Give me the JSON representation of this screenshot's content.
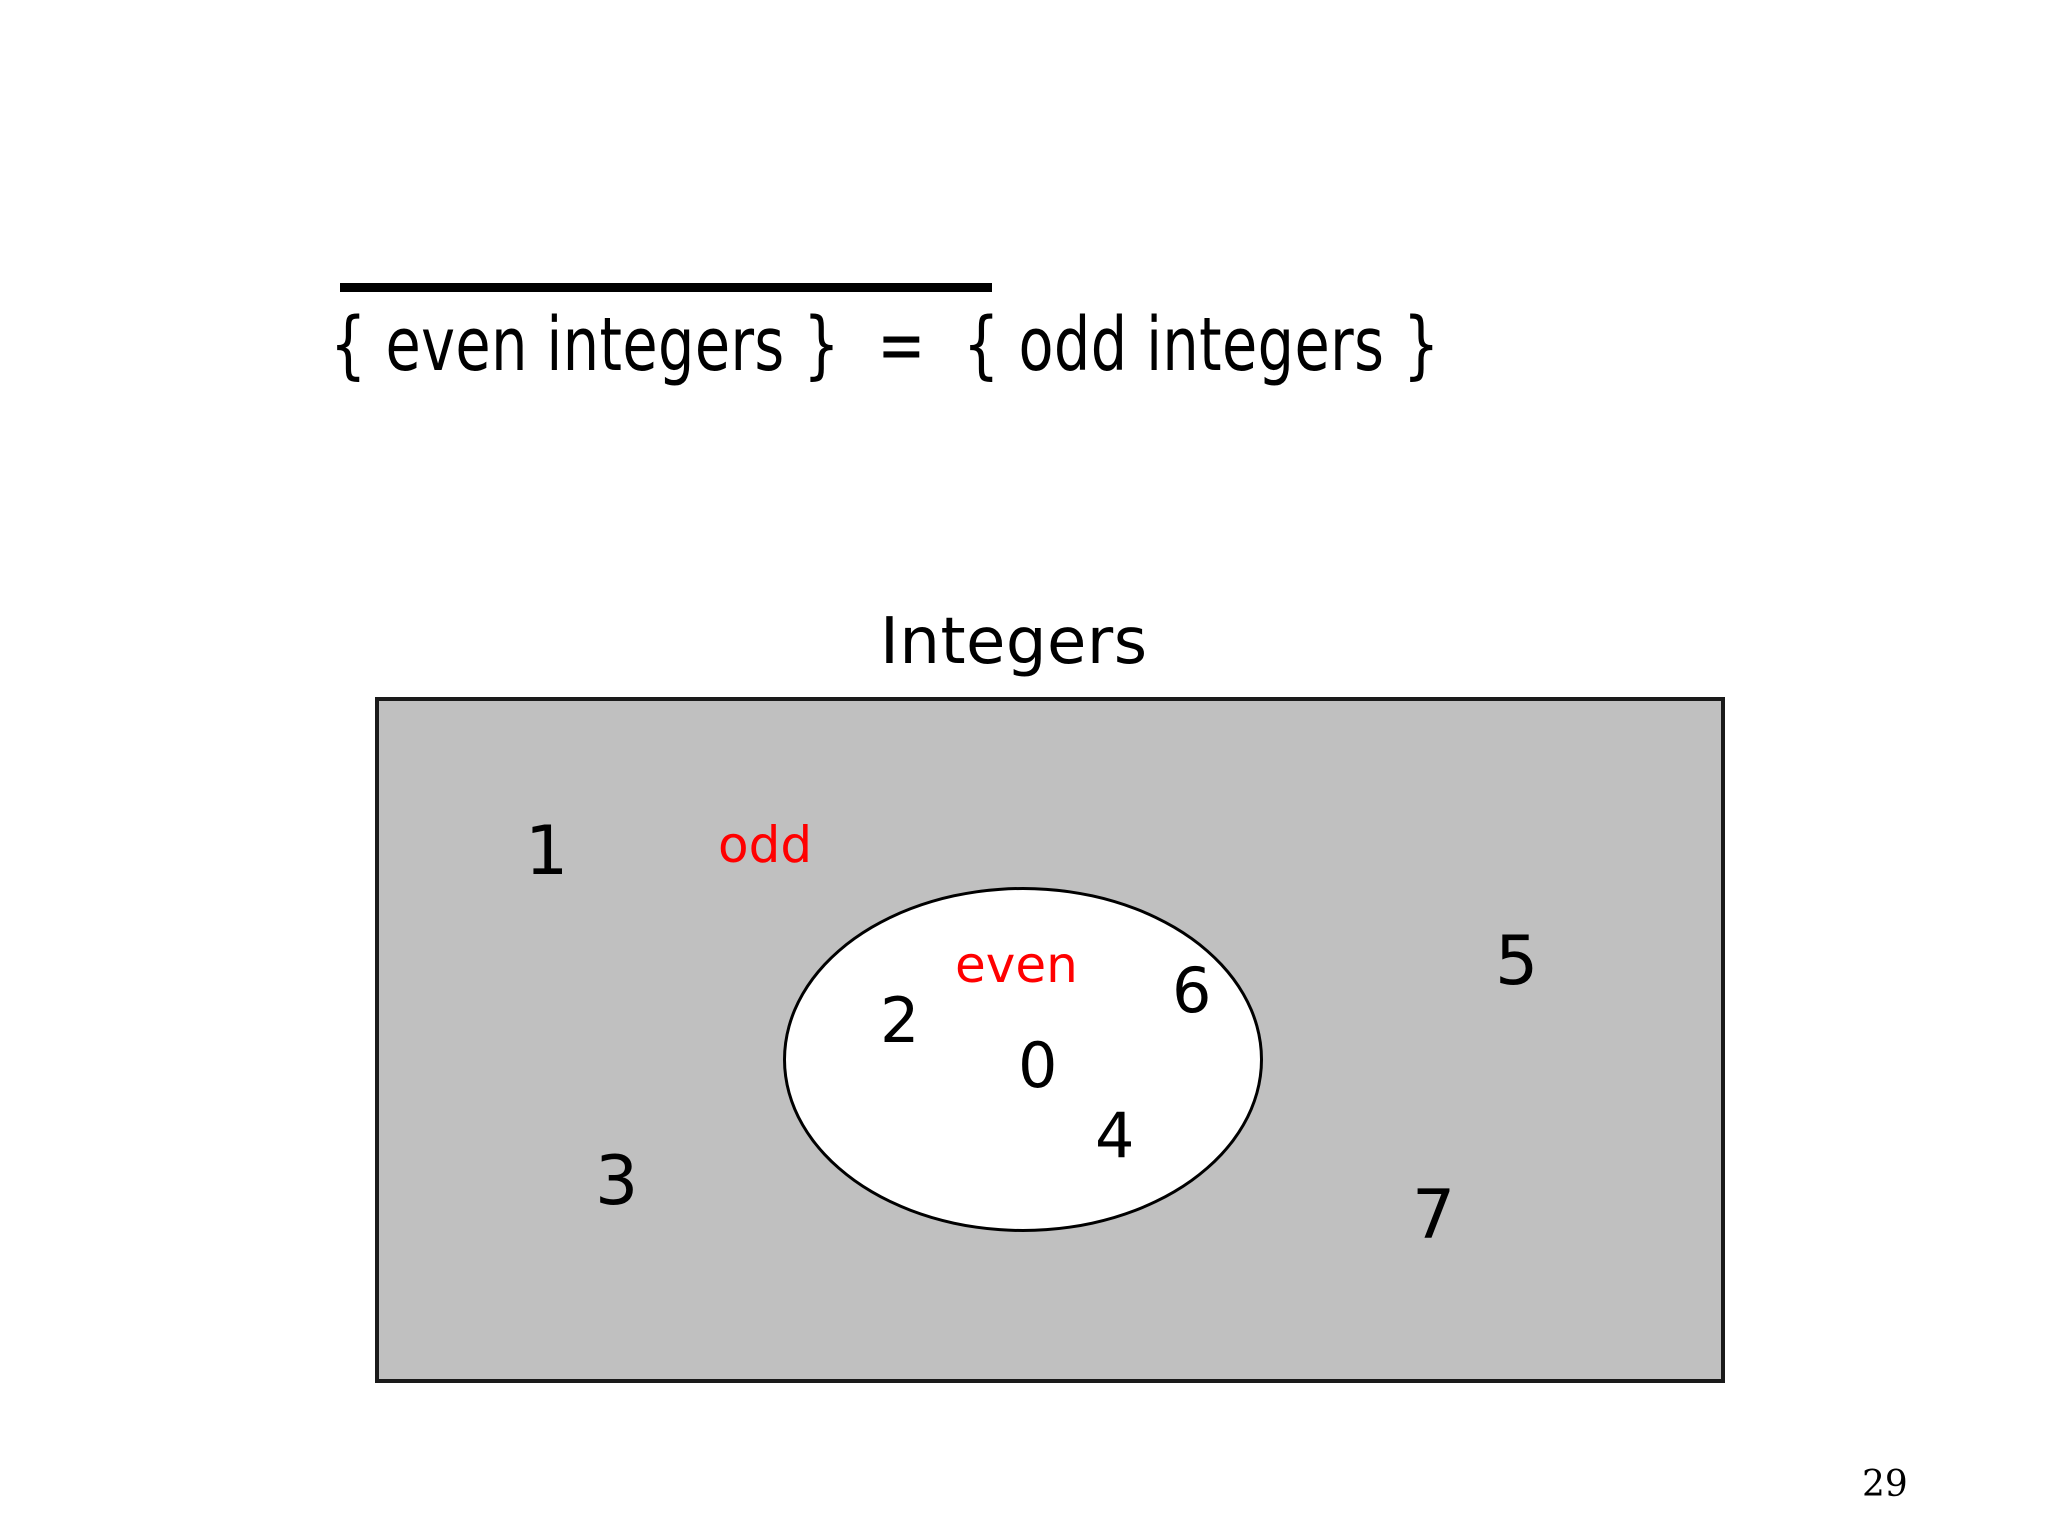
{
  "slide": {
    "background_color": "#ffffff",
    "page_number": "29"
  },
  "title": {
    "full_text": "{ even integers }  =  { odd integers }",
    "overlined_part": "{ even integers }",
    "relation": "=",
    "second_part": "{ odd integers }",
    "has_overline_bar": true,
    "color": "#000000"
  },
  "diagram": {
    "type": "venn-set-diagram",
    "universe": {
      "label": "Integers",
      "fill_color": "#c0c0c0",
      "border_color": "#1a1a1a"
    },
    "subset": {
      "label": "even",
      "label_color": "#ff0000",
      "fill_color": "#ffffff",
      "border_color": "#000000",
      "members": [
        "2",
        "0",
        "6",
        "4"
      ]
    },
    "complement": {
      "label": "odd",
      "label_color": "#ff0000",
      "members": [
        "1",
        "5",
        "3",
        "7"
      ]
    },
    "elements": {
      "one": "1",
      "two": "2",
      "three": "3",
      "four": "4",
      "five": "5",
      "six": "6",
      "seven": "7",
      "zero": "0"
    }
  }
}
